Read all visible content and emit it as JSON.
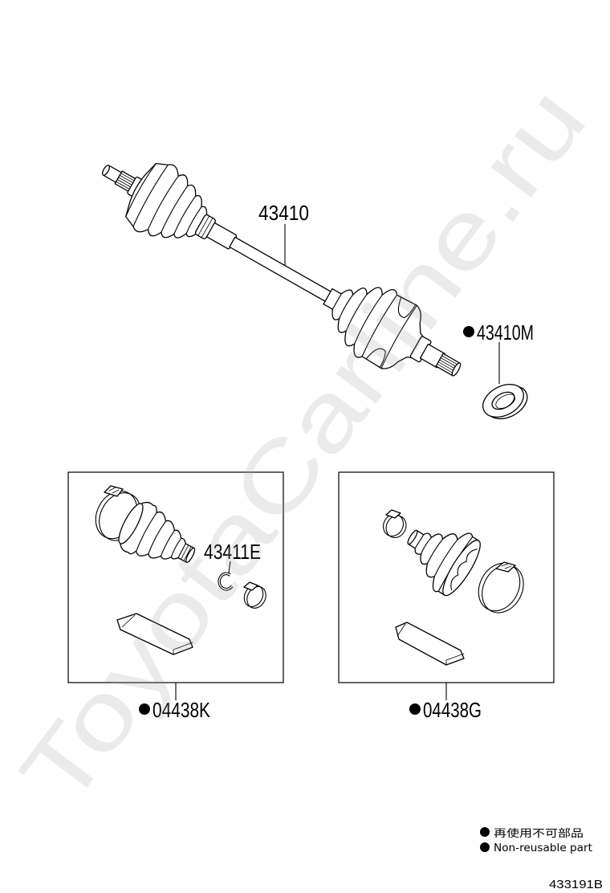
{
  "parts": {
    "drive_shaft": {
      "part_no": "43410",
      "non_reusable": false
    },
    "seal": {
      "part_no": "43410M",
      "non_reusable": true
    },
    "snap_ring": {
      "part_no": "43411E",
      "non_reusable": false
    },
    "outer_boot_kit": {
      "part_no": "04438K",
      "non_reusable": true
    },
    "inner_boot_kit": {
      "part_no": "04438G",
      "non_reusable": true
    }
  },
  "legend": {
    "marker_icon": "filled-circle-icon",
    "label_jp": "再使用不可部品",
    "label_en": "Non-reusable part"
  },
  "illustration_code": "433191B",
  "watermark": "ToyotaCarline.ru",
  "colors": {
    "line": "#000000",
    "background": "#ffffff",
    "watermark": "#9a9a9a"
  }
}
